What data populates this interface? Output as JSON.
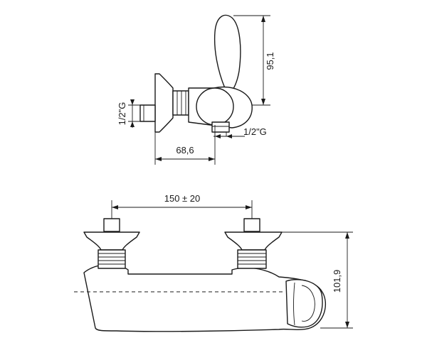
{
  "dimensions": {
    "handle_height": "95,1",
    "side_thread": "1/2\"G",
    "outlet_thread": "1/2\"G",
    "side_depth": "68,6",
    "center_distance": "150 ± 20",
    "front_height": "101,9"
  }
}
